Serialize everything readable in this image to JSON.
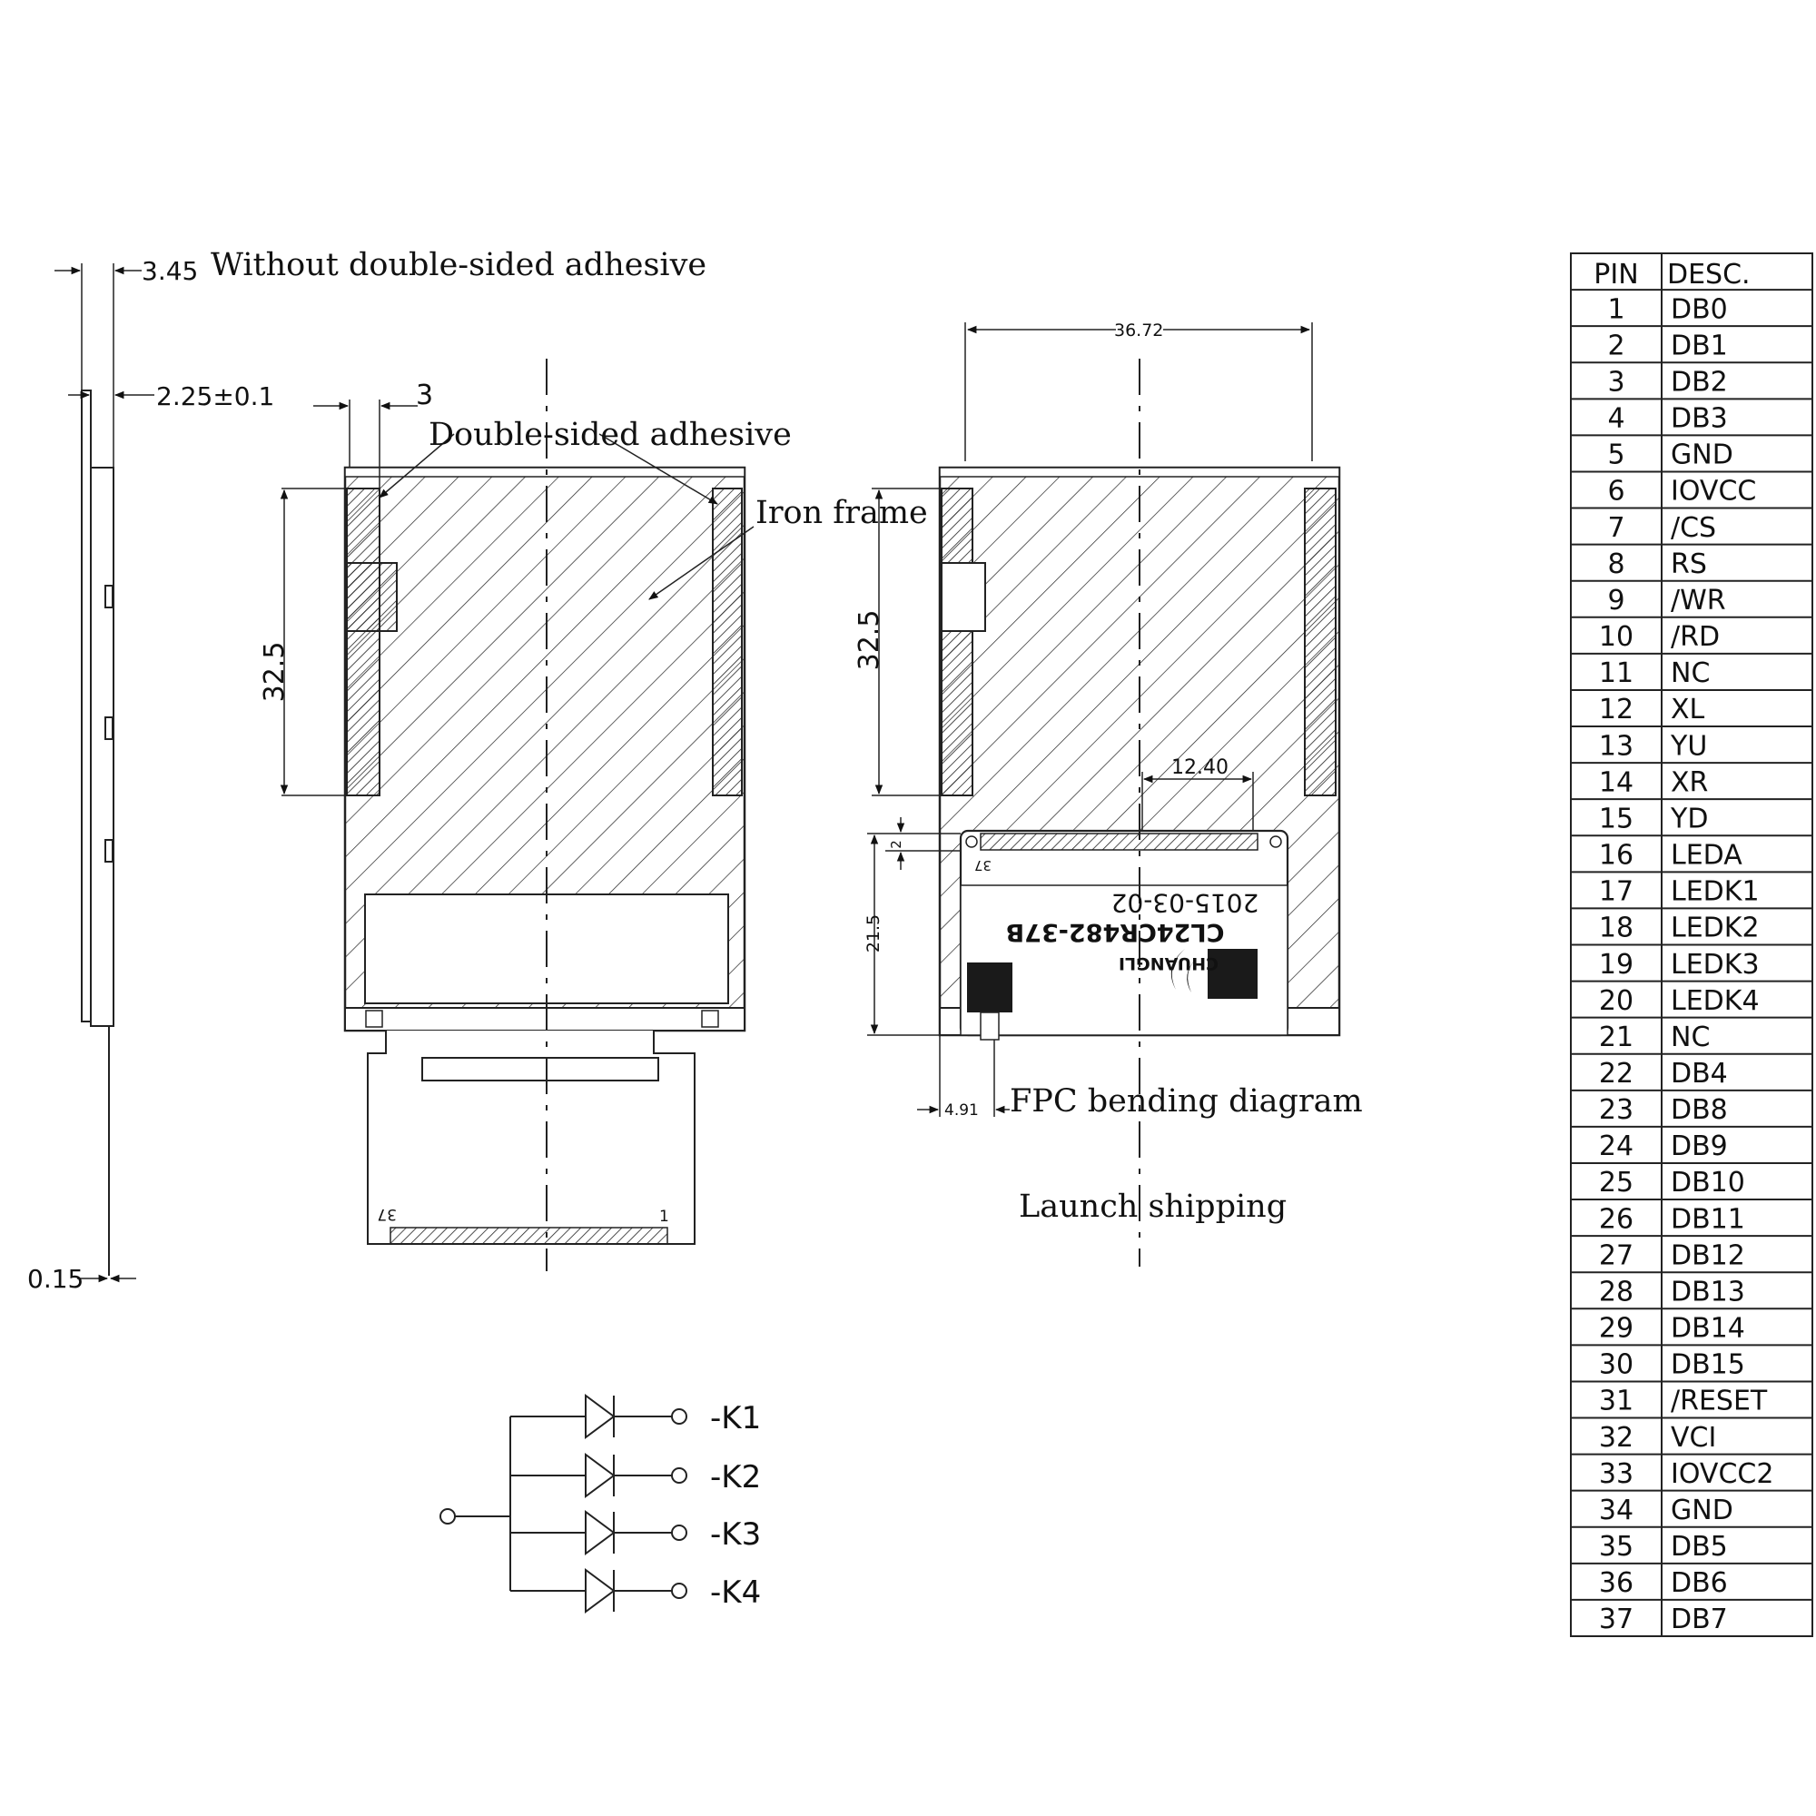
{
  "annotations": {
    "without_adhesive": "Without double-sided adhesive",
    "double_sided_adhesive": "Double-sided adhesive",
    "iron_frame": "Iron frame",
    "fpc_bending": "FPC bending diagram",
    "launch_shipping": "Launch shipping"
  },
  "dimensions": {
    "thickness_total": "3.45",
    "thickness_panel": "2.25±0.1",
    "fpc_thickness": "0.15",
    "edge_margin": "3",
    "height_front": "32.5",
    "height_back": "32.5",
    "width_back": "36.72",
    "connector_offset": "12.40",
    "fpc_small": "2",
    "fpc_height": "21.5",
    "fpc_margin": "4.91"
  },
  "fpc_label": {
    "date": "2015-03-02",
    "part_no": "CL24CR482-37B",
    "brand": "CHUANGLI",
    "pin_first": "1",
    "pin_last": "37"
  },
  "led_circuit": {
    "cathodes": [
      "-K1",
      "-K2",
      "-K3",
      "-K4"
    ]
  },
  "pin_table": {
    "headers": [
      "PIN",
      "DESC."
    ],
    "rows": [
      [
        "1",
        "DB0"
      ],
      [
        "2",
        "DB1"
      ],
      [
        "3",
        "DB2"
      ],
      [
        "4",
        "DB3"
      ],
      [
        "5",
        "GND"
      ],
      [
        "6",
        "IOVCC"
      ],
      [
        "7",
        "/CS"
      ],
      [
        "8",
        "RS"
      ],
      [
        "9",
        "/WR"
      ],
      [
        "10",
        "/RD"
      ],
      [
        "11",
        "NC"
      ],
      [
        "12",
        "XL"
      ],
      [
        "13",
        "YU"
      ],
      [
        "14",
        "XR"
      ],
      [
        "15",
        "YD"
      ],
      [
        "16",
        "LEDA"
      ],
      [
        "17",
        "LEDK1"
      ],
      [
        "18",
        "LEDK2"
      ],
      [
        "19",
        "LEDK3"
      ],
      [
        "20",
        "LEDK4"
      ],
      [
        "21",
        "NC"
      ],
      [
        "22",
        "DB4"
      ],
      [
        "23",
        "DB8"
      ],
      [
        "24",
        "DB9"
      ],
      [
        "25",
        "DB10"
      ],
      [
        "26",
        "DB11"
      ],
      [
        "27",
        "DB12"
      ],
      [
        "28",
        "DB13"
      ],
      [
        "29",
        "DB14"
      ],
      [
        "30",
        "DB15"
      ],
      [
        "31",
        "/RESET"
      ],
      [
        "32",
        "VCI"
      ],
      [
        "33",
        "IOVCC2"
      ],
      [
        "34",
        "GND"
      ],
      [
        "35",
        "DB5"
      ],
      [
        "36",
        "DB6"
      ],
      [
        "37",
        "DB7"
      ]
    ]
  }
}
